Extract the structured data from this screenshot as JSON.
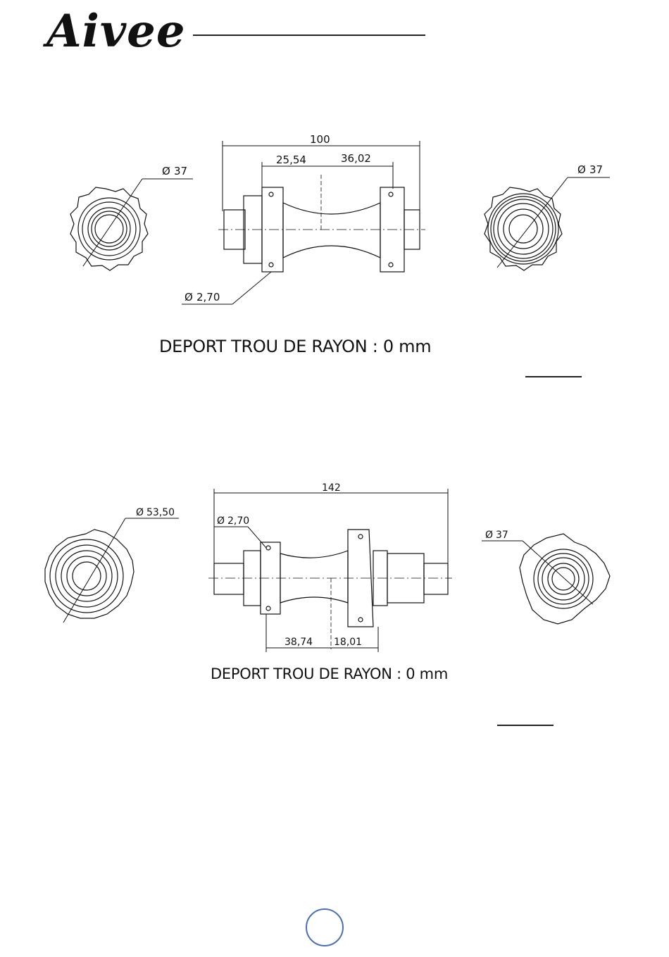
{
  "brand": {
    "logo_text": "Aivee"
  },
  "front_hub": {
    "overall_length": "100",
    "left_offset": "25,54",
    "right_offset": "36,02",
    "left_flange_diameter": "37",
    "right_flange_diameter": "37",
    "spoke_hole_diameter": "2,70",
    "caption": "DEPORT TROU DE RAYON : 0 mm"
  },
  "rear_hub": {
    "overall_length": "142",
    "left_flange_diameter": "53,50",
    "right_flange_diameter": "37",
    "spoke_hole_diameter": "2,70",
    "left_offset": "38,74",
    "right_offset": "18,01",
    "caption": "DEPORT TROU DE RAYON : 0 mm"
  },
  "symbols": {
    "diameter": "Ø"
  }
}
